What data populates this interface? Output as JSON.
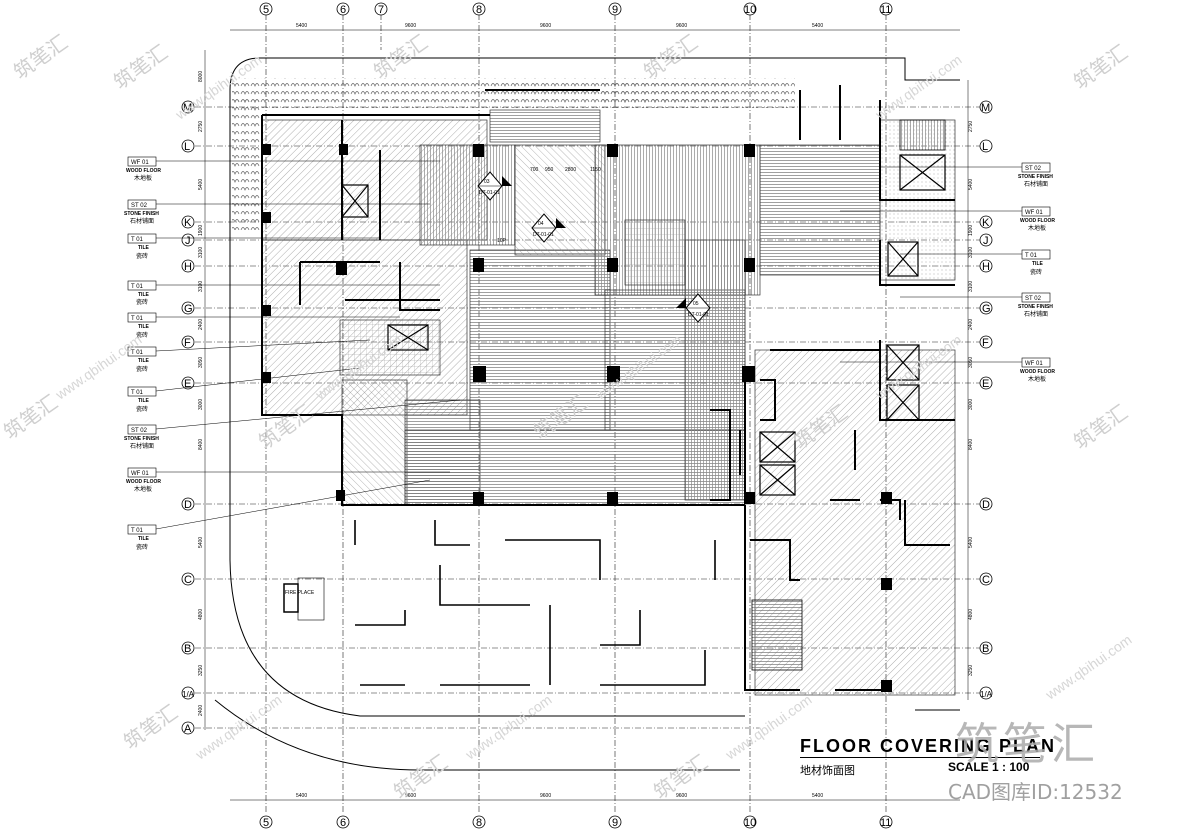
{
  "title": {
    "en": "FLOOR    COVERING PLAN",
    "zh": "地材饰面图",
    "scale": "SCALE 1 : 100"
  },
  "grid": {
    "columns": [
      "5",
      "6",
      "7",
      "8",
      "9",
      "10",
      "11"
    ],
    "rows": [
      "M",
      "L",
      "K",
      "J",
      "H",
      "G",
      "F",
      "E",
      "D",
      "C",
      "B",
      "1/A",
      "A"
    ]
  },
  "dimensions": {
    "top": [
      "5400",
      "9600",
      "9600",
      "9600",
      "5400"
    ],
    "bottom": [
      "5400",
      "9600",
      "9600",
      "9600",
      "5400"
    ],
    "left": [
      "8000",
      "2750",
      "5400",
      "1900",
      "3100",
      "3100",
      "2400",
      "3050",
      "3000",
      "8400",
      "5400",
      "4800",
      "3250",
      "2400"
    ],
    "right": [
      "2750",
      "5400",
      "1900",
      "3100",
      "3100",
      "2400",
      "3050",
      "3000",
      "8400",
      "5400",
      "4800",
      "3250"
    ],
    "interior": [
      "700",
      "950",
      "2800",
      "1150",
      "10P"
    ]
  },
  "tags_left": [
    {
      "code": "WF 01",
      "en": "WOOD FLOOR",
      "zh": "木地板"
    },
    {
      "code": "ST 02",
      "en": "STONE FINISH",
      "zh": "石材铺面"
    },
    {
      "code": "T 01",
      "en": "TILE",
      "zh": "瓷砖"
    },
    {
      "code": "T 01",
      "en": "TILE",
      "zh": "瓷砖"
    },
    {
      "code": "T 01",
      "en": "TILE",
      "zh": "瓷砖"
    },
    {
      "code": "T 01",
      "en": "TILE",
      "zh": "瓷砖"
    },
    {
      "code": "T 01",
      "en": "TILE",
      "zh": "瓷砖"
    },
    {
      "code": "ST 02",
      "en": "STONE FINISH",
      "zh": "石材铺面"
    },
    {
      "code": "WF 01",
      "en": "WOOD FLOOR",
      "zh": "木地板"
    },
    {
      "code": "T 01",
      "en": "TILE",
      "zh": "瓷砖"
    }
  ],
  "tags_right": [
    {
      "code": "ST 02",
      "en": "STONE FINISH",
      "zh": "石材铺面"
    },
    {
      "code": "WF 01",
      "en": "WOOD FLOOR",
      "zh": "木地板"
    },
    {
      "code": "T 01",
      "en": "TILE",
      "zh": "瓷砖"
    },
    {
      "code": "ST 02",
      "en": "STONE FINISH",
      "zh": "石材铺面"
    },
    {
      "code": "WF 01",
      "en": "WOOD FLOOR",
      "zh": "木地板"
    }
  ],
  "section_marks": [
    {
      "num": "03",
      "ref": "DT-01-01"
    },
    {
      "num": "04",
      "ref": "DT-01-01"
    },
    {
      "num": "05",
      "ref": "DT-01-01"
    }
  ],
  "labels": {
    "fireplace": "FIRE PLACE"
  },
  "watermarks": {
    "brand": "筑笔汇",
    "url": "www.qbihui.com",
    "id": "CAD图库ID:12532"
  }
}
